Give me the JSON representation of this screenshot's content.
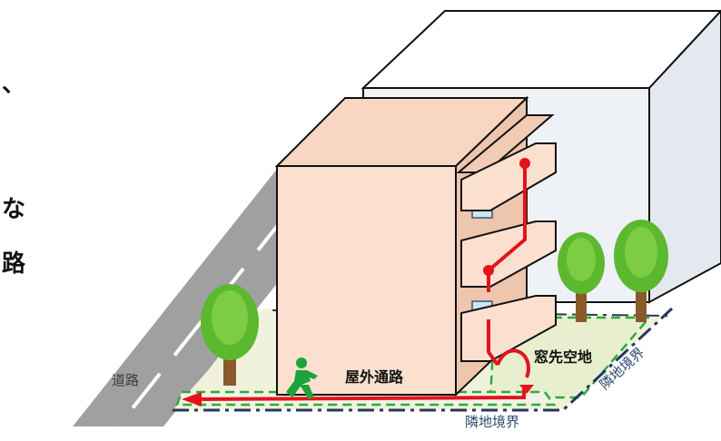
{
  "labels": {
    "road": "道路",
    "outdoor_passage": "屋外通路",
    "window_open_space": "窓先空地",
    "boundary_side": "隣地境界",
    "boundary_bottom": "隣地境界"
  },
  "cropped_text": {
    "line1": "、",
    "line2": "な",
    "line3": "路"
  },
  "colors": {
    "building_face": "#fbe0d0",
    "neighbor_building": "#eef1f6",
    "road": "#a0a0a0",
    "lawn": "#eef1d8",
    "green_dash": "#2eaa3d",
    "boundary_line": "#243a5c",
    "escape_route": "#e3131b",
    "running_man": "#1ca33a"
  },
  "icons": [
    "tree-icon",
    "running-man-icon",
    "route-arrow"
  ]
}
